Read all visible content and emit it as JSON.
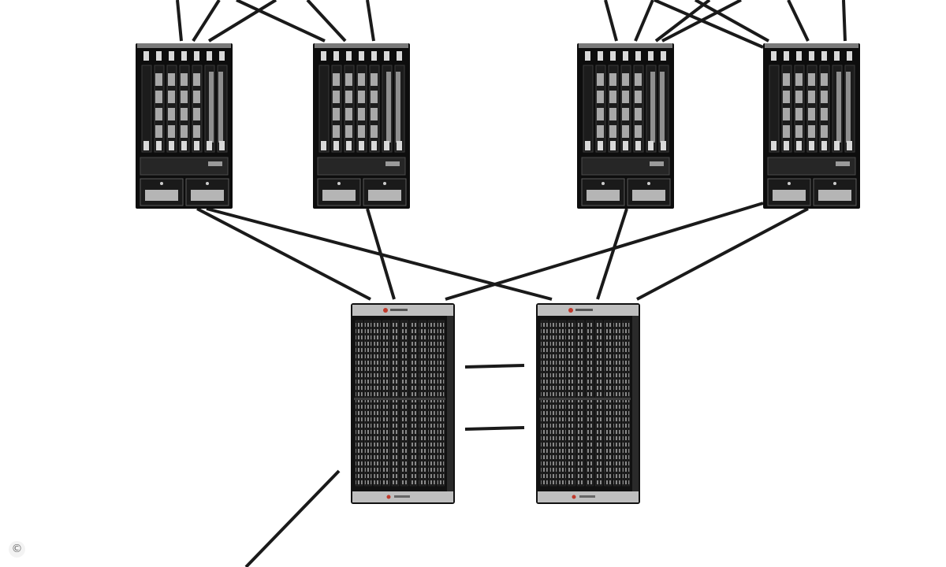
{
  "diagram": {
    "edge_switches": [
      {
        "id": "edge-switch-1"
      },
      {
        "id": "edge-switch-2"
      },
      {
        "id": "edge-switch-3"
      },
      {
        "id": "edge-switch-4"
      }
    ],
    "core_switches": [
      {
        "id": "core-switch-1"
      },
      {
        "id": "core-switch-2"
      }
    ],
    "link_color": "#1a1a1a",
    "device_color": "#0d0d0d",
    "background_color": "#ffffff"
  },
  "watermark": {
    "symbol": "©",
    "icon": "copyright-icon"
  }
}
